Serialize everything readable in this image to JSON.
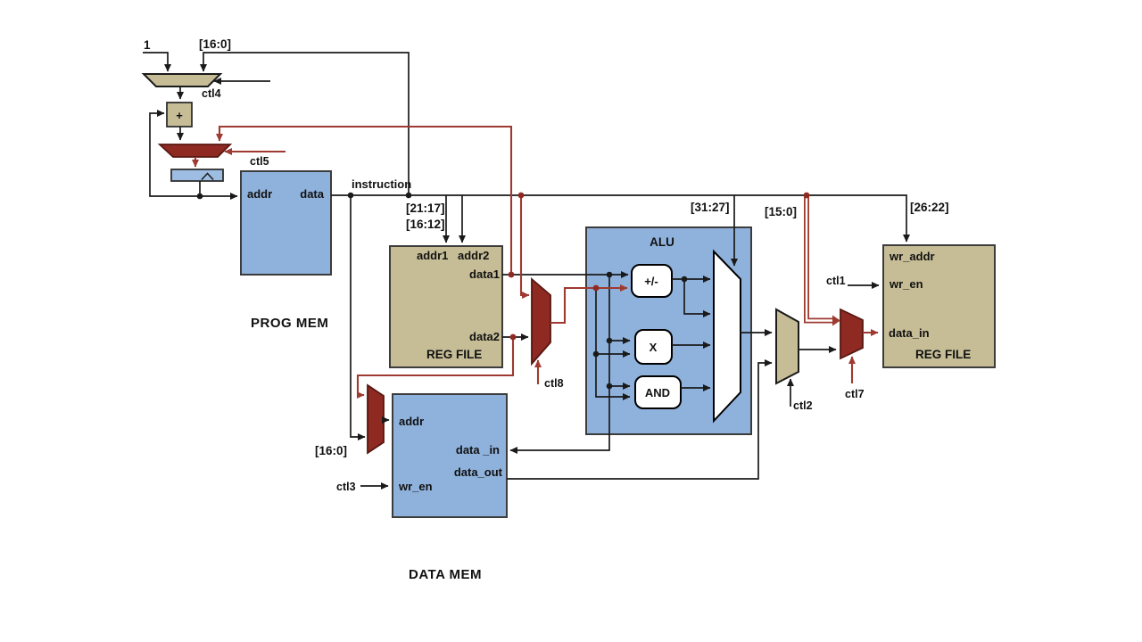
{
  "colors": {
    "block_blue": "#8fb2dc",
    "register_blue": "#9dbde2",
    "block_tan": "#c6bd96",
    "mux_red": "#8e2a22",
    "wire_red": "#9e3a31",
    "wire_black": "#1a1a1a",
    "white": "#ffffff",
    "watermark": "#eeece9"
  },
  "labels": {
    "one": "1",
    "instruction": "instruction",
    "adder": "+",
    "prog_mem": {
      "addr": "addr",
      "data": "data",
      "watermark": "PROG MEM"
    },
    "reg_file_read": {
      "addr1": "addr1",
      "addr2": "addr2",
      "data1": "data1",
      "data2": "data2",
      "title": "REG FILE"
    },
    "alu": {
      "title": "ALU",
      "op_addsub": "+/-",
      "op_mul": "X",
      "op_and": "AND"
    },
    "data_mem": {
      "addr": "addr",
      "data_in": "data _in",
      "data_out": "data_out",
      "wr_en": "wr_en",
      "watermark": "DATA MEM"
    },
    "reg_file_write": {
      "wr_addr": "wr_addr",
      "wr_en": "wr_en",
      "data_in": "data_in",
      "title": "REG FILE"
    },
    "controls": {
      "ctl1": "ctl1",
      "ctl2": "ctl2",
      "ctl3": "ctl3",
      "ctl4": "ctl4",
      "ctl5": "ctl5",
      "ctl7": "ctl7",
      "ctl8": "ctl8"
    },
    "bit_ranges": {
      "branch_offset": "[16:0]",
      "addr1": "[21:17]",
      "addr2": "[16:12]",
      "alu_op": "[31:27]",
      "imm": "[15:0]",
      "wr_addr": "[26:22]",
      "mem_addr": "[16:0]"
    }
  }
}
